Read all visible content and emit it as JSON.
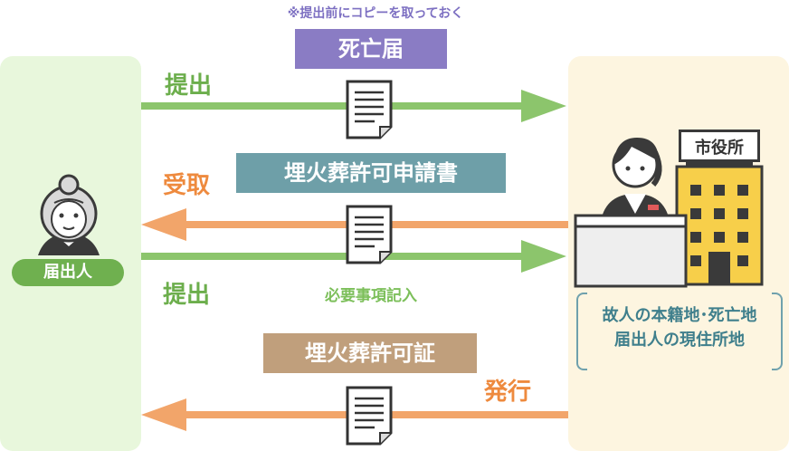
{
  "note": "※提出前にコピーを取っておく",
  "documents": {
    "death_notice": "死亡届",
    "application": "埋火葬許可申請書",
    "permit": "埋火葬許可証"
  },
  "actions": {
    "submit_1": "提出",
    "receive": "受取",
    "submit_2": "提出",
    "issue": "発行"
  },
  "required_entry": "必要事項記入",
  "person_label": "届出人",
  "office_sign": "市役所",
  "office_desc": {
    "line1": "故人の本籍地･死亡地",
    "line2": "届出人の現住所地"
  },
  "colors": {
    "green": "#8cc56c",
    "orange": "#f2a56a",
    "purple": "#8a7cc4",
    "teal": "#6e9fa8",
    "tan": "#c09f7c"
  }
}
